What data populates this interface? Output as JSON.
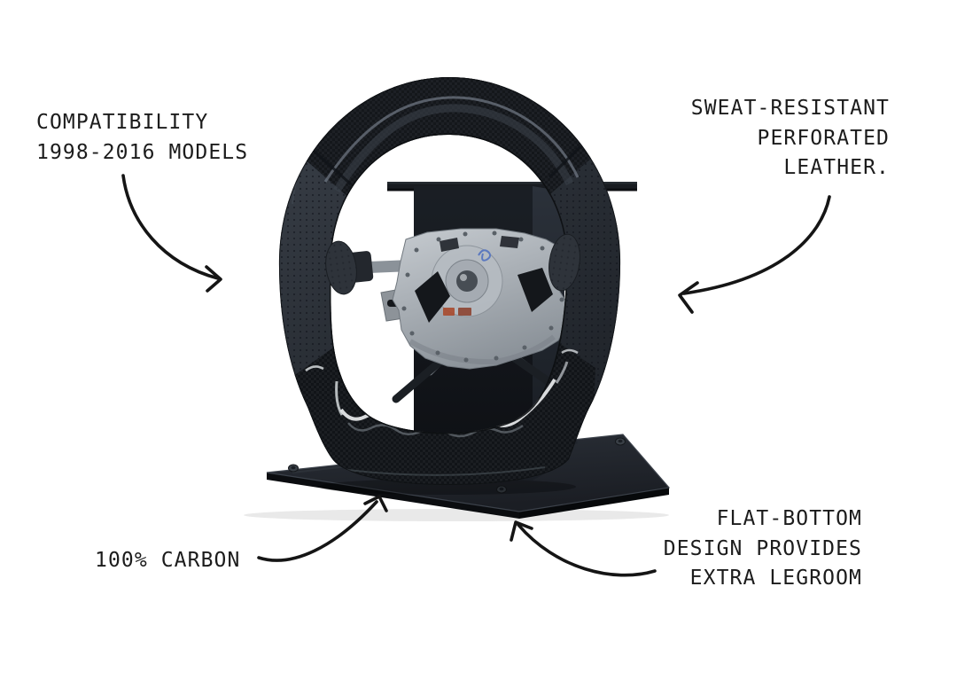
{
  "callouts": {
    "compatibility": {
      "line1": "COMPATIBILITY",
      "line2": "1998-2016 MODELS"
    },
    "leather": {
      "line1": "SWEAT-RESISTANT",
      "line2": "PERFORATED",
      "line3": "LEATHER."
    },
    "carbon": {
      "line1": "100% CARBON"
    },
    "flat_bottom": {
      "line1": "FLAT-BOTTOM",
      "line2": "DESIGN PROVIDES",
      "line3": "EXTRA LEGROOM"
    }
  },
  "colors": {
    "background": "#ffffff",
    "text": "#1c1c1c",
    "arrow": "#151515",
    "wheel_carbon": "#16191d",
    "wheel_leather": "#2c3138",
    "carbon_gloss_highlight": "#e9ecee",
    "hub_metal": "#9aa1a8",
    "hub_red_mark": "#a84a2e",
    "hub_blue_mark": "#5b79c0",
    "stand_black": "#13161a"
  }
}
